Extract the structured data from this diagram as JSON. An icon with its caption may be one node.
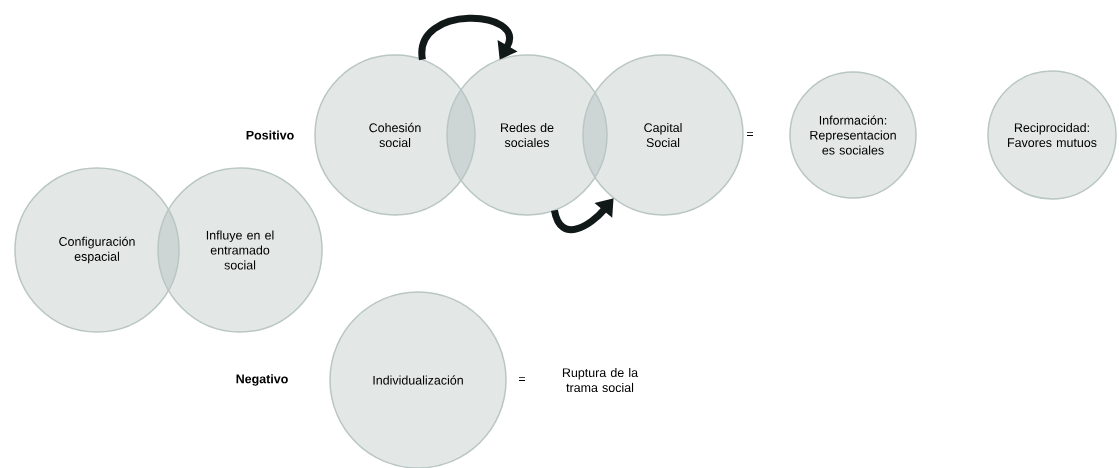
{
  "diagram": {
    "nodes": [
      {
        "text": [
          "Cohesión social"
        ]
      },
      {
        "text": [
          "Redes de sociales"
        ]
      },
      {
        "text": [
          "Capital Social"
        ]
      },
      {
        "text": [
          "Información: Representacion es sociales"
        ]
      },
      {
        "text": [
          "Reciprocidad: Favores mutuos"
        ]
      },
      {
        "text": [
          "Configuración espacial"
        ]
      },
      {
        "text": [
          "Influye en el entramado social"
        ]
      },
      {
        "text": [
          "Individualización"
        ]
      }
    ],
    "edges": [
      {
        "from": 0,
        "to": 1,
        "arrow": "to"
      },
      {
        "from": 1,
        "to": 2,
        "arrow": "to"
      }
    ],
    "labels": [
      "Positivo",
      "=",
      "Negativo",
      "=",
      "Ruptura de la trama social"
    ]
  }
}
